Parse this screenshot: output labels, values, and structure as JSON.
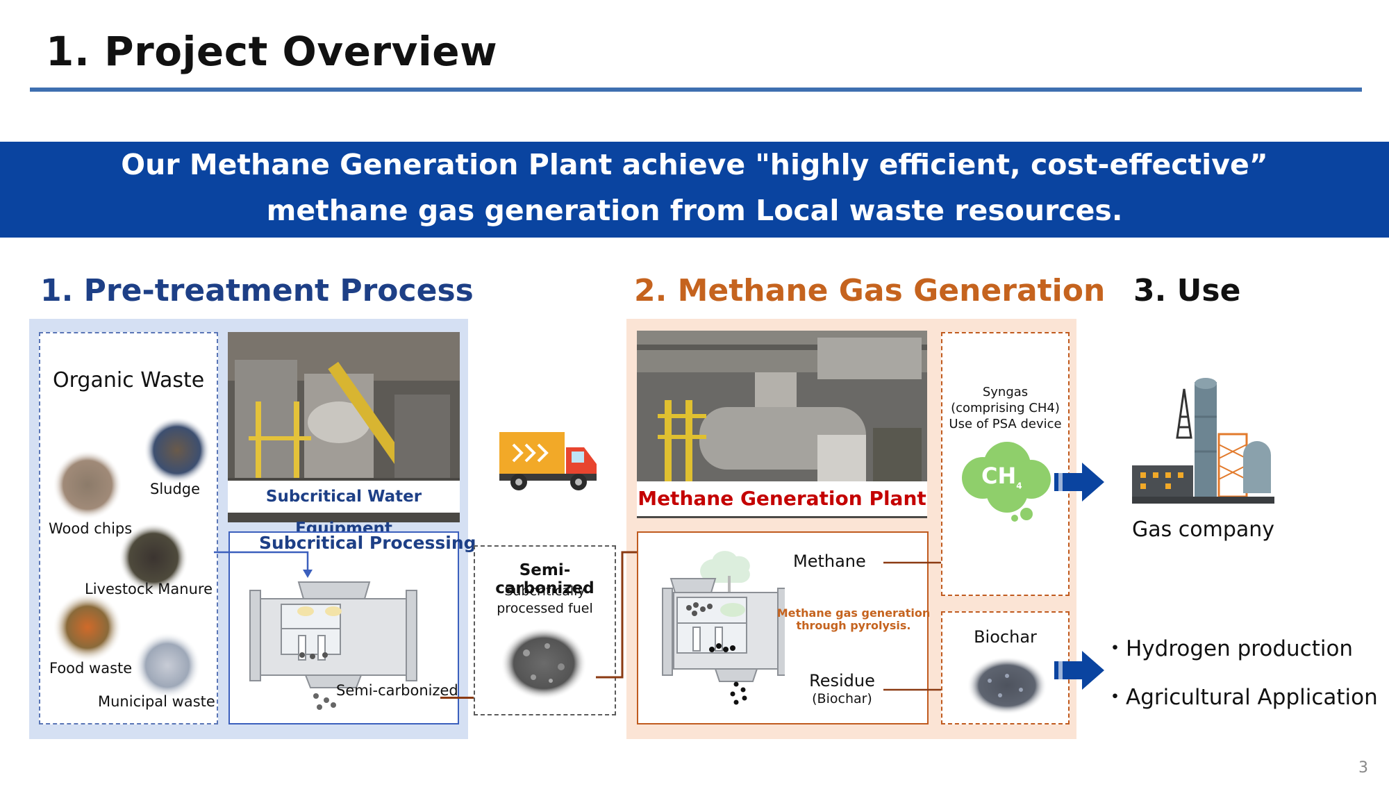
{
  "slide": {
    "title": "1. Project Overview",
    "page_number": "3"
  },
  "banner": {
    "line1": "Our Methane Generation Plant achieve \"highly efficient, cost-effective”",
    "line2": "methane gas generation from Local waste resources."
  },
  "sections": {
    "pretreatment": "1. Pre-treatment Process",
    "methane": "2. Methane Gas Generation",
    "use": "3. Use"
  },
  "organic_waste": {
    "heading": "Organic Waste",
    "items": [
      "Sludge",
      "Wood chips",
      "Livestock Manure",
      "Food waste",
      "Municipal waste"
    ]
  },
  "pretreatment": {
    "equipment_label": "Subcritical Water Equipment",
    "processing_label": "Subcritical Processing",
    "output_label": "Semi-carbonized"
  },
  "semi_carbonized": {
    "title": "Semi-carbonized",
    "subtitle_line1": "Subcritically",
    "subtitle_line2": "processed fuel"
  },
  "generation": {
    "plant_label": "Methane Generation Plant",
    "methane_label": "Methane",
    "pyrolysis_line1": "Methane gas generation",
    "pyrolysis_line2": "through pyrolysis.",
    "residue_label": "Residue",
    "residue_sub": "(Biochar)"
  },
  "syngas": {
    "line1": "Syngas",
    "line2": "(comprising CH4)",
    "line3": "Use of PSA device",
    "cloud_text": "CH",
    "cloud_sub": "4"
  },
  "biochar": {
    "label": "Biochar"
  },
  "use": {
    "gas_company": "Gas company",
    "bullets": [
      "・Hydrogen production",
      "・Agricultural Application"
    ]
  },
  "colors": {
    "banner_bg": "#0a44a0",
    "section1": "#1d3f86",
    "section2": "#c5631e",
    "plant_label": "#c40000",
    "arrow_blue": "#0a44a0",
    "arrow_brown": "#8b3a12"
  }
}
